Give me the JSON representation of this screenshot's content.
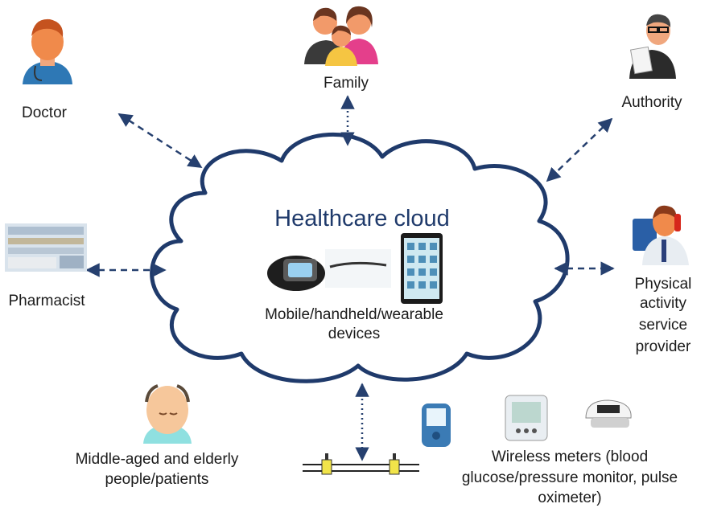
{
  "cloud": {
    "title": "Healthcare cloud",
    "devices_line1": "Mobile/handheld/wearable",
    "devices_line2": "devices"
  },
  "nodes": {
    "doctor": "Doctor",
    "family": "Family",
    "authority": "Authority",
    "pharmacist": "Pharmacist",
    "physical_line1": "Physical",
    "physical_line2": "activity",
    "physical_line3": "service",
    "physical_line4": "provider",
    "patients_line1": "Middle-aged and elderly",
    "patients_line2": "people/patients",
    "meters_line1": "Wireless meters (blood",
    "meters_line2": "glucose/pressure monitor, pulse",
    "meters_line3": "oximeter)"
  },
  "colors": {
    "cloud_stroke": "#1f3a6b",
    "title_text": "#1f3a6b",
    "arrow": "#26406f"
  }
}
